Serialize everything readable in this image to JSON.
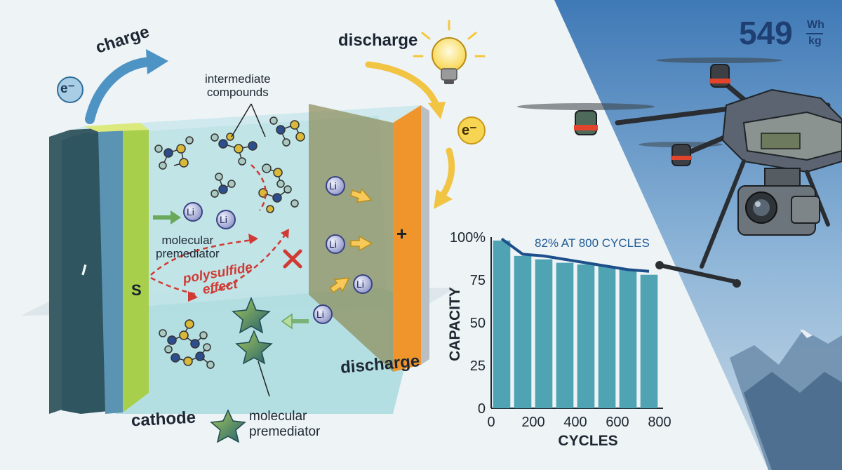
{
  "labels": {
    "charge": "charge",
    "discharge_top": "discharge",
    "discharge_bottom": "discharge",
    "electron": "e⁻",
    "intermediate": "intermediate\ncompounds",
    "molecular_premediator_inner": "molecular\npremediator",
    "polysulfide": "polysulfide\neffect",
    "sulfur": "S",
    "minus": "−",
    "plus": "+",
    "cathode": "cathode",
    "molecular_premediator_legend": "molecular\npremediator",
    "li": "Li"
  },
  "energy_density": {
    "value": "549",
    "unit_top": "Wh",
    "unit_bottom": "kg"
  },
  "chart_data": {
    "type": "bar",
    "x": [
      50,
      150,
      250,
      350,
      450,
      550,
      650,
      750
    ],
    "values": [
      98,
      89,
      87,
      85,
      84,
      83,
      81,
      78
    ],
    "line": {
      "x": [
        50,
        150,
        250,
        350,
        450,
        550,
        650,
        750
      ],
      "y": [
        99,
        90,
        89,
        87,
        85,
        83,
        81,
        80
      ]
    },
    "annotation": "82% AT 800 CYCLES",
    "xlabel": "CYCLES",
    "ylabel": "CAPACITY",
    "xticks": [
      "0",
      "200",
      "400",
      "600",
      "800"
    ],
    "yticks": [
      "0",
      "25",
      "50",
      "75",
      "100%"
    ],
    "xlim": [
      0,
      800
    ],
    "ylim": [
      0,
      100
    ],
    "bar_color": "#4fa3b3",
    "line_color": "#1d4f8a"
  },
  "colors": {
    "charge_arrow": "#4d93c4",
    "discharge_arrow": "#f2c443",
    "polysulfide": "#d03a33",
    "cathode_layer": "#a8cf4c",
    "anode_layer": "#f0952c"
  }
}
